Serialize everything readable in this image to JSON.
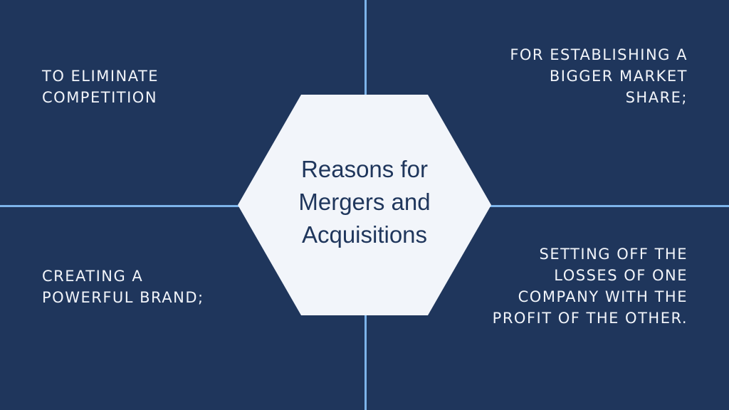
{
  "diagram": {
    "center_title": "Reasons for\nMergers and\nAcquisitions",
    "top_left": "TO ELIMINATE\nCOMPETITION",
    "top_right": "FOR ESTABLISHING A\nBIGGER MARKET\nSHARE;",
    "bottom_left": "CREATING A\nPOWERFUL BRAND;",
    "bottom_right": "SETTING OFF THE\nLOSSES OF ONE\nCOMPANY WITH THE\nPROFIT OF THE OTHER."
  },
  "colors": {
    "background": "#1f365c",
    "divider": "#7db4ea",
    "hexagon_fill": "#f2f5fa",
    "text_light": "#f2f5fa",
    "text_dark": "#1f365c"
  }
}
